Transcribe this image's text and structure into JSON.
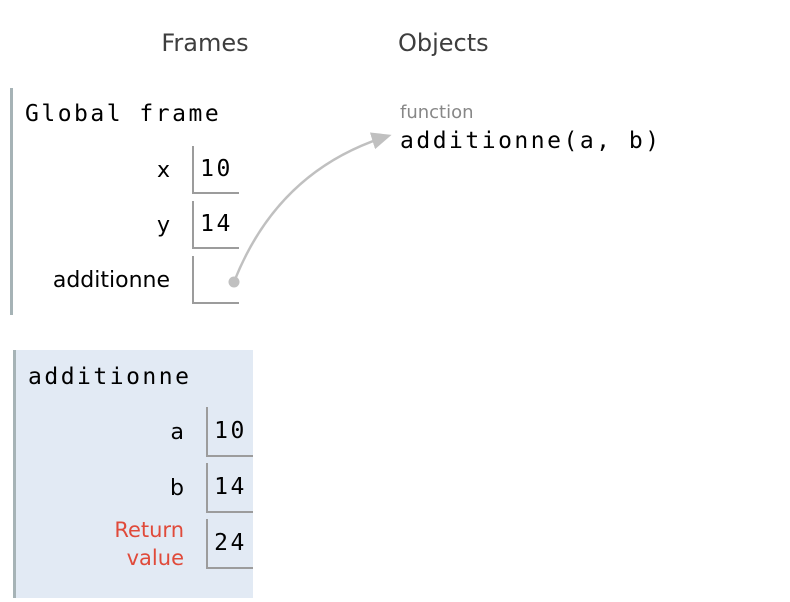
{
  "headers": {
    "frames": "Frames",
    "objects": "Objects"
  },
  "frames": [
    {
      "title": "Global frame",
      "vars": [
        {
          "name": "x",
          "value": "10"
        },
        {
          "name": "y",
          "value": "14"
        },
        {
          "name": "additionne",
          "value": ""
        }
      ]
    },
    {
      "title": "additionne",
      "vars": [
        {
          "name": "a",
          "value": "10"
        },
        {
          "name": "b",
          "value": "14"
        },
        {
          "name": "Return value",
          "value": "24"
        }
      ]
    }
  ],
  "objects": [
    {
      "type_label": "function",
      "repr": "additionne(a, b)"
    }
  ],
  "colors": {
    "highlighted_frame_bg": "#e2eaf4",
    "frame_border": "#a6b3b6",
    "cell_border": "#9c9c9c",
    "return_value_text": "#e04a3a",
    "pointer_arrow": "#c0c0c0",
    "type_label_text": "#878787",
    "header_text": "#3e3e3e"
  }
}
